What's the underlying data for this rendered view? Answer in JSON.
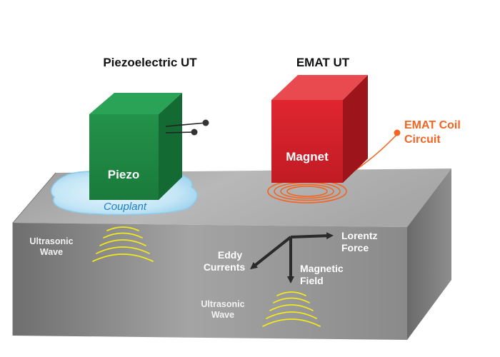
{
  "titles": {
    "piezo_ut": "Piezoelectric UT",
    "emat_ut": "EMAT UT"
  },
  "cubes": {
    "piezo": "Piezo",
    "magnet": "Magnet"
  },
  "labels": {
    "couplant": "Couplant",
    "emat_coil_line1": "EMAT Coil",
    "emat_coil_line2": "Circuit",
    "ultrasonic_wave_left_line1": "Ultrasonic",
    "ultrasonic_wave_left_line2": "Wave",
    "ultrasonic_wave_bottom_line1": "Ultrasonic",
    "ultrasonic_wave_bottom_line2": "Wave",
    "lorentz_line1": "Lorentz",
    "lorentz_line2": "Force",
    "eddy_line1": "Eddy",
    "eddy_line2": "Currents",
    "magnetic_line1": "Magnetic",
    "magnetic_line2": "Field"
  },
  "colors": {
    "piezo_green": "#1f8a43",
    "magnet_red": "#d3202a",
    "coil_orange": "#f26522",
    "wave_yellow": "#f2e91c",
    "couplant_blue": "#bfe3f5",
    "block_gray": "#8c8c8c"
  }
}
